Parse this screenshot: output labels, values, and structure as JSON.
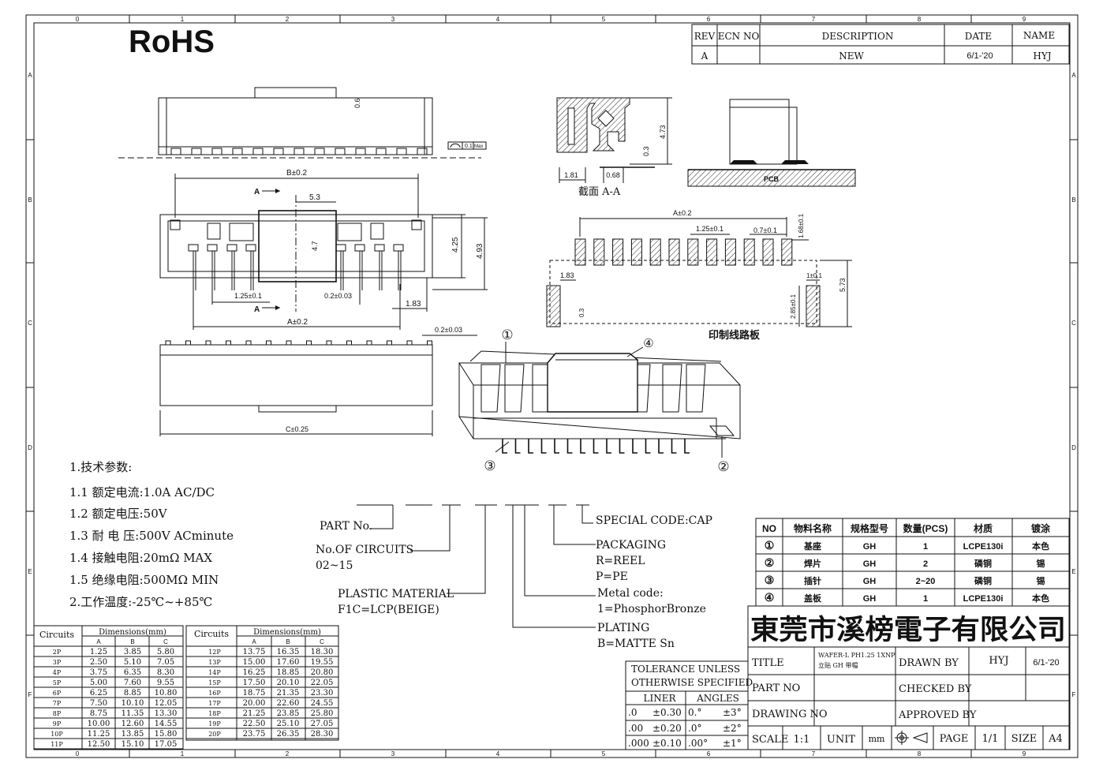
{
  "rohs": "RoHS",
  "border": {
    "top_numbers": [
      "0",
      "1",
      "2",
      "3",
      "4",
      "5",
      "6",
      "7",
      "8",
      "9"
    ],
    "side_letters": [
      "A",
      "B",
      "C",
      "D",
      "E",
      "F"
    ]
  },
  "revision": {
    "headers": [
      "REV",
      "ECN NO",
      "DESCRIPTION",
      "DATE",
      "NAME"
    ],
    "row": [
      "A",
      "",
      "NEW",
      "6/1-'20",
      "HYJ"
    ]
  },
  "dims": {
    "top_06": "0.6",
    "flatness": "0.1",
    "flatness_max": "Max",
    "b": "B±0.2",
    "d53": "5.3",
    "d47": "4.7",
    "d425": "4.25",
    "d493": "4.93",
    "pitch": "1.25±0.1",
    "pin_w": "0.2±0.03",
    "d183": "1.83",
    "a": "A±0.2",
    "arrow_a": "A",
    "c": "C±0.25",
    "side_02": "0.2±0.03",
    "sec_181": "1.81",
    "sec_068": "0.68",
    "sec_03": "0.3",
    "sec_473": "4.73",
    "section_label": "截面  A-A",
    "pcb": "PCB",
    "pcb_a": "A±0.2",
    "pcb_pitch": "1.25±0.1",
    "pcb_07": "0.7±0.1",
    "pcb_168": "1.68±0.1",
    "pcb_183": "1.83",
    "pcb_1": "1±0.1",
    "pcb_573": "5.73",
    "pcb_03": "0.3",
    "pcb_285": "2.85±0.1",
    "pcb_caption": "印制线路板"
  },
  "callouts": [
    "①",
    "②",
    "③",
    "④"
  ],
  "specs": {
    "title": "1.技术参数:",
    "lines": [
      "1.1 额定电流:1.0A AC/DC",
      "1.2 额定电压:50V",
      "1.3 耐 电 压:500V ACminute",
      "1.4 接触电阻:20mΩ MAX",
      "1.5 绝缘电阻:500MΩ MIN",
      "2.工作温度:-25℃~+85℃"
    ]
  },
  "part_no": {
    "label": "PART No.",
    "circuits": "No.OF CIRCUITS",
    "circuits_range": "02~15",
    "plastic": "PLASTIC MATERIAL",
    "plastic_val": "F1C=LCP(BEIGE)",
    "special": "SPECIAL CODE:CAP",
    "packaging": "PACKAGING",
    "reel": "R=REEL",
    "pe": "P=PE",
    "metal": "Metal code:",
    "metal_val": "1=PhosphorBronze",
    "plating": "PLATING",
    "plating_val": "B=MATTE Sn"
  },
  "dim_table": {
    "circuits_label": "Circuits",
    "dimensions_label": "Dimensions(mm)",
    "cols": [
      "A",
      "B",
      "C"
    ],
    "left": [
      [
        "2P",
        "1.25",
        "3.85",
        "5.80"
      ],
      [
        "3P",
        "2.50",
        "5.10",
        "7.05"
      ],
      [
        "4P",
        "3.75",
        "6.35",
        "8.30"
      ],
      [
        "5P",
        "5.00",
        "7.60",
        "9.55"
      ],
      [
        "6P",
        "6.25",
        "8.85",
        "10.80"
      ],
      [
        "7P",
        "7.50",
        "10.10",
        "12.05"
      ],
      [
        "8P",
        "8.75",
        "11.35",
        "13.30"
      ],
      [
        "9P",
        "10.00",
        "12.60",
        "14.55"
      ],
      [
        "10P",
        "11.25",
        "13.85",
        "15.80"
      ],
      [
        "11P",
        "12.50",
        "15.10",
        "17.05"
      ]
    ],
    "right": [
      [
        "12P",
        "13.75",
        "16.35",
        "18.30"
      ],
      [
        "13P",
        "15.00",
        "17.60",
        "19.55"
      ],
      [
        "14P",
        "16.25",
        "18.85",
        "20.80"
      ],
      [
        "15P",
        "17.50",
        "20.10",
        "22.05"
      ],
      [
        "16P",
        "18.75",
        "21.35",
        "23.30"
      ],
      [
        "17P",
        "20.00",
        "22.60",
        "24.55"
      ],
      [
        "18P",
        "21.25",
        "23.85",
        "25.80"
      ],
      [
        "19P",
        "22.50",
        "25.10",
        "27.05"
      ],
      [
        "20P",
        "23.75",
        "26.35",
        "28.30"
      ]
    ]
  },
  "tolerance": {
    "title1": "TOLERANCE UNLESS",
    "title2": "OTHERWISE SPECIFIED",
    "linear": "LINER",
    "angles": "ANGLES",
    "rows": [
      [
        ".0",
        "±0.30",
        "0.°",
        "±3°"
      ],
      [
        ".00",
        "±0.20",
        ".0°",
        "±2°"
      ],
      [
        ".000",
        "±0.10",
        ".00°",
        "±1°"
      ]
    ]
  },
  "bom": {
    "headers": [
      "NO",
      "物料名称",
      "规格型号",
      "数量(PCS)",
      "材质",
      "镀涂"
    ],
    "rows": [
      [
        "①",
        "基座",
        "GH",
        "1",
        "LCPE130i",
        "本色"
      ],
      [
        "②",
        "焊片",
        "GH",
        "2",
        "磷铜",
        "锡"
      ],
      [
        "③",
        "插针",
        "GH",
        "2~20",
        "磷铜",
        "锡"
      ],
      [
        "④",
        "盖板",
        "GH",
        "1",
        "LCPE130i",
        "本色"
      ]
    ]
  },
  "title_block": {
    "company": "東莞市溪榜電子有限公司",
    "title_label": "TITLE",
    "title_val1": "WAFER-L PH1.25 1XNP",
    "title_val2": "立贴 GH  带帽",
    "drawn_by": "DRAWN BY",
    "drawn_name": "HYJ",
    "drawn_date": "6/1-'20",
    "part_no": "PART NO",
    "checked_by": "CHECKED BY",
    "drawing_no": "DRAWING NO",
    "approved_by": "APPROVED BY",
    "scale": "SCALE",
    "scale_val": "1:1",
    "unit": "UNIT",
    "unit_val": "mm",
    "page": "PAGE",
    "page_val": "1/1",
    "size": "SIZE",
    "size_val": "A4"
  }
}
